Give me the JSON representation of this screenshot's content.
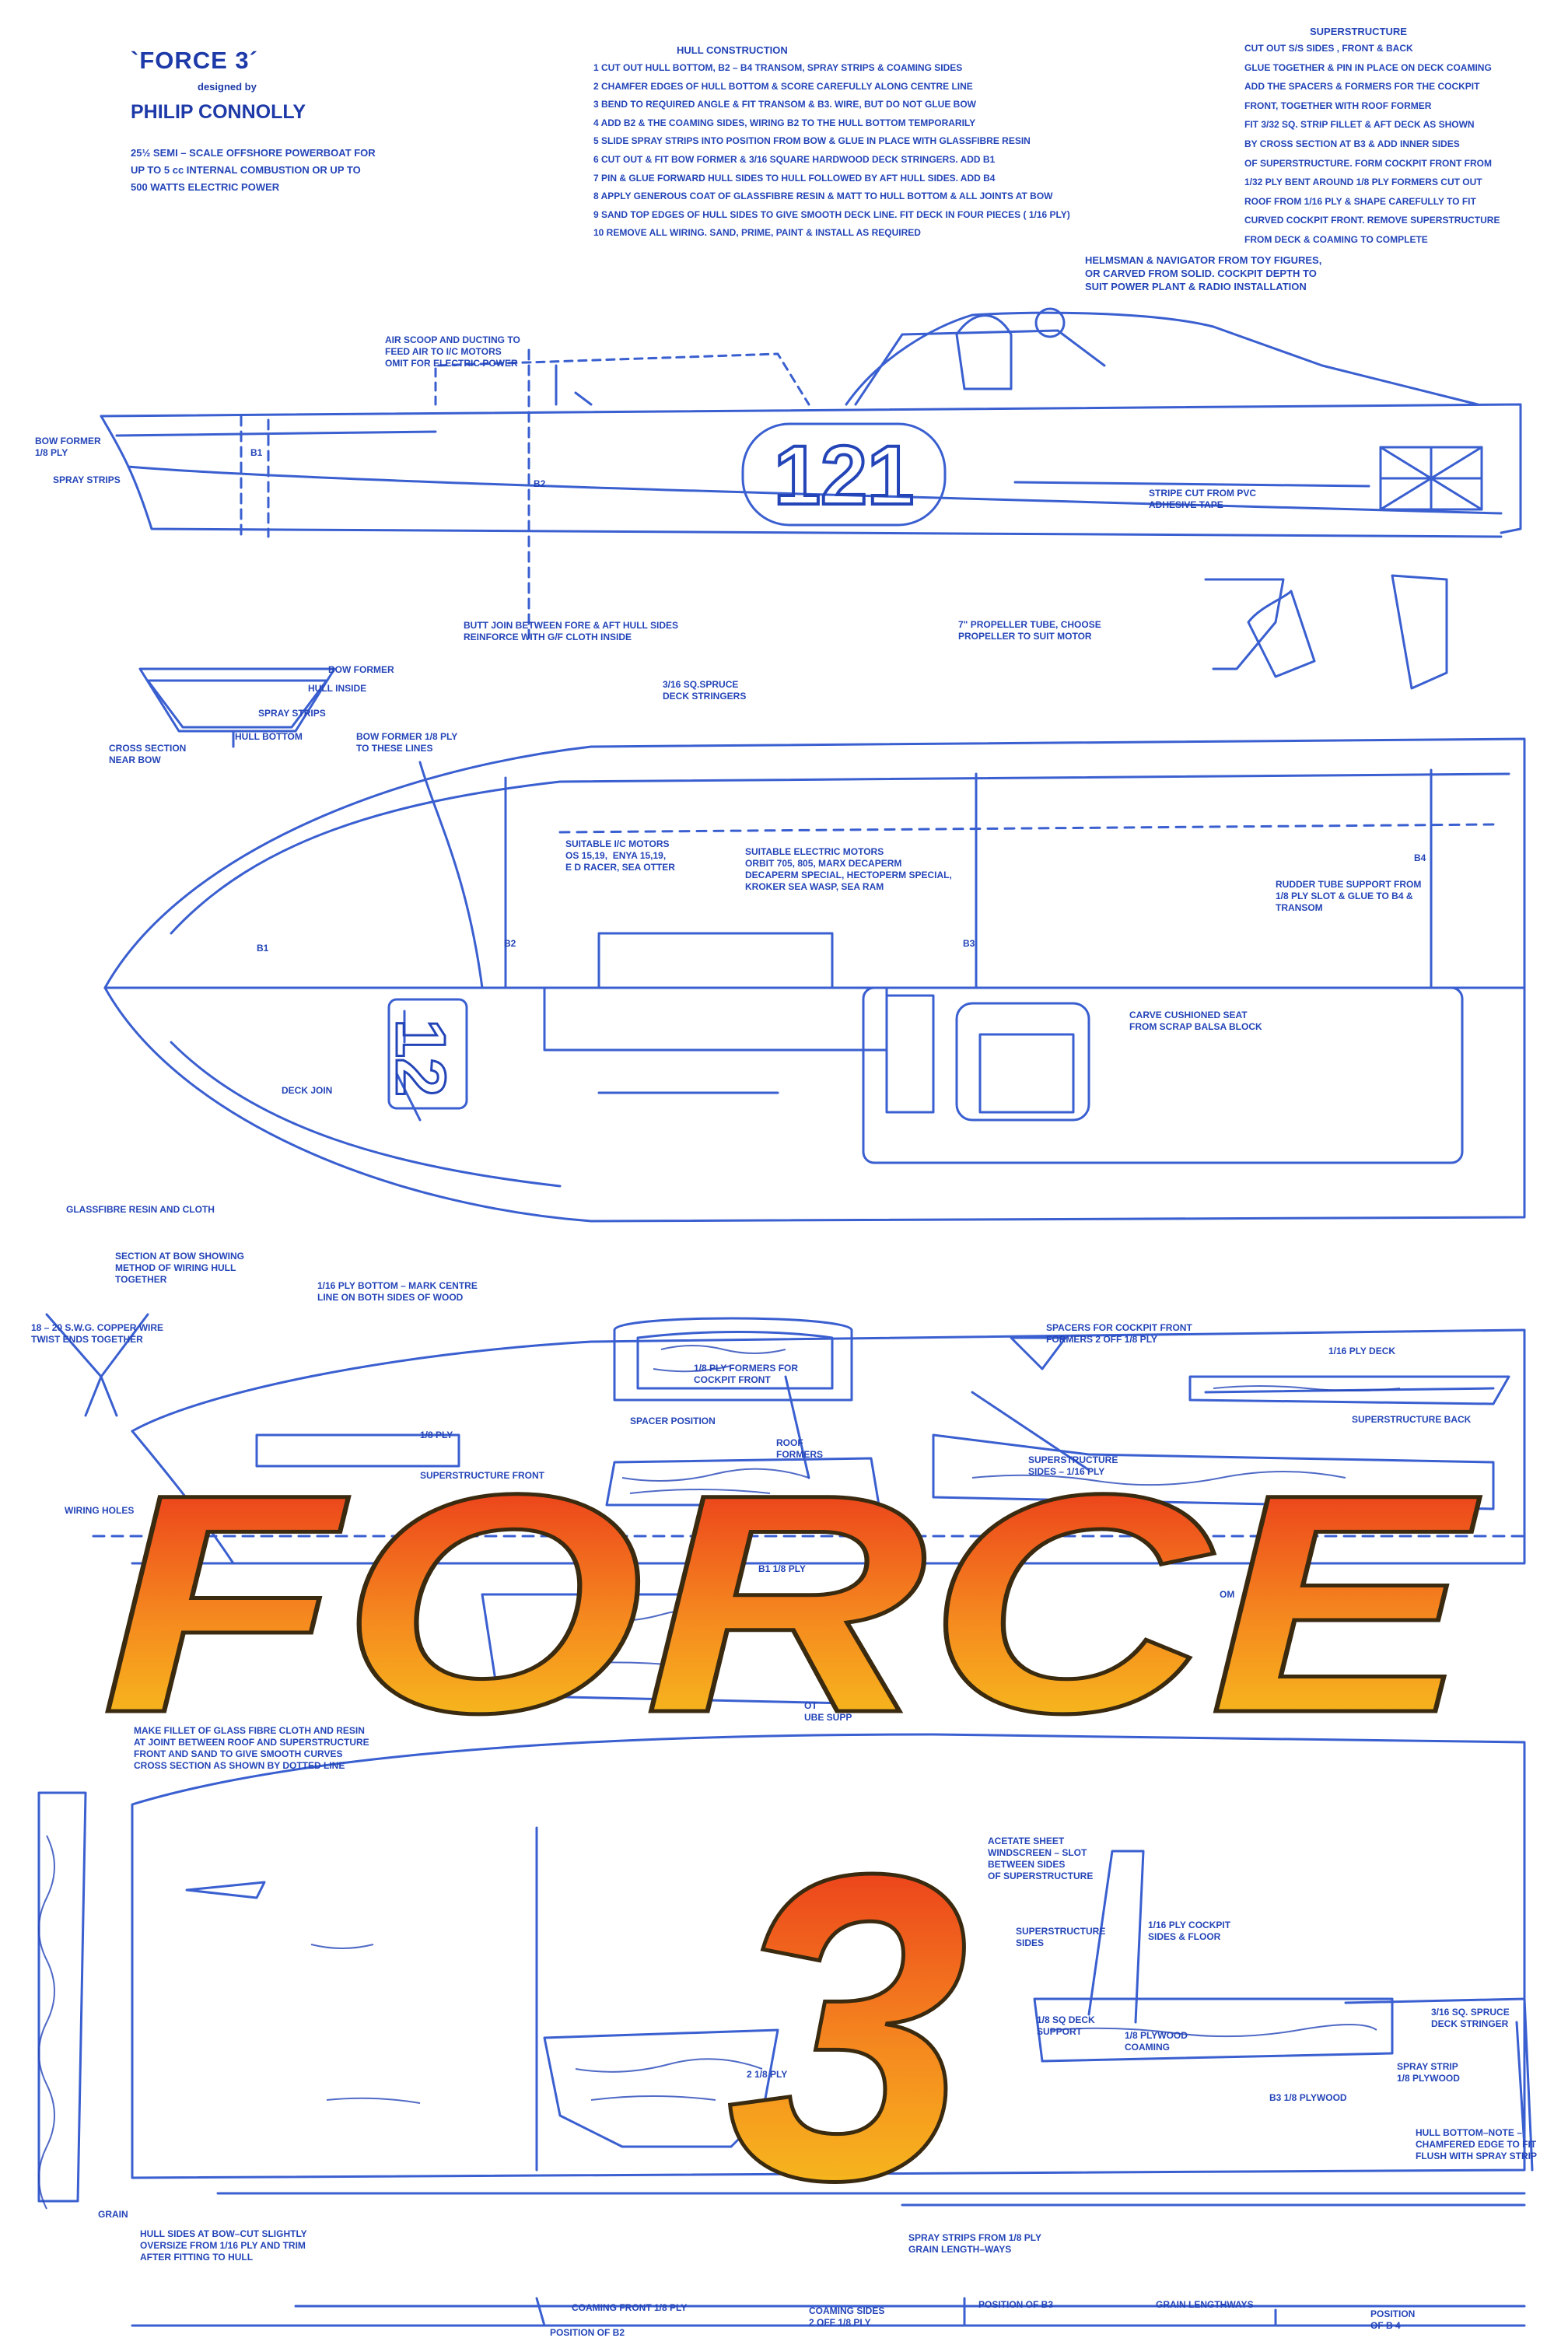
{
  "header": {
    "title": "`FORCE 3´",
    "designed_by": "designed    by",
    "designer": "PHILIP CONNOLLY",
    "description": [
      "25½  SEMI – SCALE OFFSHORE POWERBOAT FOR",
      "UP TO 5 cc  INTERNAL COMBUSTION OR UP TO",
      "500 WATTS ELECTRIC POWER"
    ]
  },
  "hull_construction": {
    "heading": "HULL CONSTRUCTION",
    "steps": [
      "1  CUT OUT HULL BOTTOM, B2 – B4 TRANSOM, SPRAY STRIPS & COAMING SIDES",
      "2  CHAMFER EDGES OF HULL BOTTOM & SCORE CAREFULLY ALONG CENTRE LINE",
      "3  BEND TO REQUIRED ANGLE & FIT TRANSOM & B3. WIRE, BUT DO NOT GLUE BOW",
      "4  ADD B2 & THE COAMING SIDES, WIRING B2 TO THE HULL BOTTOM TEMPORARILY",
      "5  SLIDE SPRAY STRIPS INTO POSITION FROM BOW & GLUE IN PLACE WITH GLASSFIBRE RESIN",
      "6  CUT OUT & FIT BOW FORMER & 3/16 SQUARE HARDWOOD DECK STRINGERS. ADD B1",
      "7  PIN & GLUE FORWARD HULL SIDES TO HULL FOLLOWED BY AFT HULL SIDES. ADD B4",
      "8  APPLY GENEROUS COAT OF GLASSFIBRE RESIN & MATT TO HULL BOTTOM & ALL JOINTS AT BOW",
      "9  SAND TOP EDGES OF HULL SIDES TO GIVE SMOOTH DECK LINE. FIT DECK IN FOUR PIECES ( 1/16 PLY)",
      "10  REMOVE ALL WIRING. SAND, PRIME, PAINT & INSTALL AS REQUIRED"
    ]
  },
  "superstructure": {
    "heading": "SUPERSTRUCTURE",
    "lines": [
      "CUT OUT S/S SIDES , FRONT & BACK",
      "GLUE TOGETHER & PIN IN PLACE ON DECK COAMING",
      "ADD THE SPACERS & FORMERS FOR THE COCKPIT",
      "FRONT, TOGETHER WITH ROOF FORMER",
      "FIT 3/32 SQ. STRIP FILLET & AFT DECK AS SHOWN",
      "BY CROSS SECTION AT B3 & ADD INNER SIDES",
      "OF SUPERSTRUCTURE. FORM COCKPIT FRONT FROM",
      "1/32 PLY BENT AROUND 1/8 PLY FORMERS CUT OUT",
      "ROOF FROM 1/16 PLY & SHAPE CAREFULLY TO FIT",
      "CURVED COCKPIT FRONT. REMOVE SUPERSTRUCTURE",
      "FROM DECK & COAMING TO COMPLETE"
    ]
  },
  "side_view": {
    "race_number": "121",
    "helmsman_note": "HELMSMAN & NAVIGATOR FROM TOY FIGURES,\nOR CARVED FROM SOLID. COCKPIT DEPTH TO\nSUIT POWER PLANT & RADIO INSTALLATION",
    "air_scoop": "AIR SCOOP AND DUCTING TO\nFEED AIR TO I/C MOTORS\nOMIT FOR ELECTRIC POWER",
    "bow_former": "BOW FORMER\n1/8 PLY",
    "spray_strips": "SPRAY STRIPS",
    "stripe": "STRIPE CUT FROM PVC\nADHESIVE TAPE",
    "propeller": "7\" PROPELLER TUBE, CHOOSE\nPROPELLER TO SUIT MOTOR",
    "b1": "B1",
    "b2": "B2"
  },
  "plan_view": {
    "butt_join": "BUTT JOIN BETWEEN FORE & AFT HULL SIDES\nREINFORCE WITH G/F CLOTH INSIDE",
    "deck_stringers": "3/16 SQ.SPRUCE\nDECK STRINGERS",
    "bow_former_lines": "BOW FORMER 1/8 PLY\nTO THESE LINES",
    "cross_section_bow_former": "BOW FORMER",
    "cross_section_hull_inside": "HULL INSIDE",
    "cross_section_spray_strips": "SPRAY STRIPS",
    "cross_section_hull_bottom": "HULL BOTTOM",
    "cross_section_title": "CROSS SECTION\nNEAR BOW",
    "ic_motors": "SUITABLE I/C MOTORS\nOS 15,19,  ENYA 15,19,\nE D RACER, SEA OTTER",
    "electric_motors": "SUITABLE ELECTRIC MOTORS\nORBIT 705, 805, MARX DECAPERM\nDECAPERM SPECIAL, HECTOPERM SPECIAL,\nKROKER SEA WASP, SEA RAM",
    "rudder_tube": "RUDDER TUBE SUPPORT FROM\n1/8 PLY SLOT & GLUE TO B4 &\nTRANSOM",
    "seat": "CARVE CUSHIONED SEAT\nFROM SCRAP BALSA BLOCK",
    "deck_join": "DECK JOIN",
    "b1": "B1",
    "b2": "B2",
    "b3": "B3",
    "b4": "B4"
  },
  "parts_sheet": {
    "glassfibre": "GLASSFIBRE RESIN AND CLOTH",
    "section_bow": "SECTION AT BOW SHOWING\nMETHOD OF WIRING HULL\nTOGETHER",
    "copper_wire": "18 – 20 S.W.G. COPPER WIRE\nTWIST ENDS TOGETHER",
    "hull_bottom": "1/16 PLY BOTTOM – MARK CENTRE\nLINE ON BOTH SIDES OF WOOD",
    "formers_cockpit": "1/8 PLY FORMERS FOR\nCOCKPIT FRONT",
    "spacer_position": "SPACER POSITION",
    "spacers": "SPACERS FOR COCKPIT FRONT\nFORMERS 2 OFF 1/8 PLY",
    "ply_deck": "1/16 PLY DECK",
    "superstructure_back": "SUPERSTRUCTURE BACK",
    "superstructure_front_ply": "1/8 PLY",
    "superstructure_front": "SUPERSTRUCTURE FRONT",
    "roof_formers": "ROOF\nFORMERS",
    "superstructure_sides": "SUPERSTRUCTURE\nSIDES – 1/16 PLY",
    "wiring_holes": "WIRING HOLES",
    "b1_ply": "B1 1/8 PLY",
    "formers_partial": "E FORMERS",
    "om_partial": "OM",
    "fillet_note": "MAKE FILLET OF GLASS FIBRE CLOTH AND RESIN\nAT JOINT BETWEEN ROOF AND SUPERSTRUCTURE\nFRONT AND SAND TO GIVE SMOOTH CURVES\nCROSS SECTION AS SHOWN BY DOTTED LINE",
    "tube_support_partial": "OT\nUBE SUPP",
    "acetate": "ACETATE SHEET\nWINDSCREEN – SLOT\nBETWEEN SIDES\nOF SUPERSTRUCTURE",
    "ss_sides": "SUPERSTRUCTURE\nSIDES",
    "cockpit_sides": "1/16 PLY COCKPIT\nSIDES & FLOOR",
    "deck_support": "1/8 SQ DECK\nSUPPORT",
    "ply_coaming": "1/8 PLYWOOD\nCOAMING",
    "b3_plywood": "B3 1/8 PLYWOOD",
    "spruce_stringer": "3/16 SQ. SPRUCE\nDECK STRINGER",
    "spray_strip_ply": "SPRAY STRIP\n1/8 PLYWOOD",
    "hull_bottom_note": "HULL BOTTOM–NOTE –\nCHAMFERED EDGE TO FIT\nFLUSH WITH SPRAY STRIP",
    "b2_partial": "2 1/8 PLY",
    "grain": "GRAIN",
    "hull_sides": "HULL SIDES AT BOW–CUT SLIGHTLY\nOVERSIZE FROM 1/16 PLY AND TRIM\nAFTER FITTING TO HULL",
    "spray_strips_ply": "SPRAY STRIPS FROM 1/8 PLY\nGRAIN LENGTH–WAYS",
    "coaming_front": "COAMING FRONT 1/8 PLY",
    "position_b2": "POSITION OF B2",
    "coaming_sides": "COAMING SIDES\n2 OFF 1/8 PLY",
    "position_b3": "POSITION OF B3",
    "grain_lengthways": "GRAIN LENGTHWAYS",
    "position_b4": "POSITION\nOF B 4"
  },
  "logo": {
    "word": "FORCE",
    "number": "3",
    "colors": {
      "top": "#e8231a",
      "mid": "#f58a1f",
      "bottom": "#f7d21c",
      "outline": "#3a2a10"
    }
  },
  "colors": {
    "ink": "#2445b8",
    "line": "#3a5fd0",
    "paper": "#ffffff"
  }
}
